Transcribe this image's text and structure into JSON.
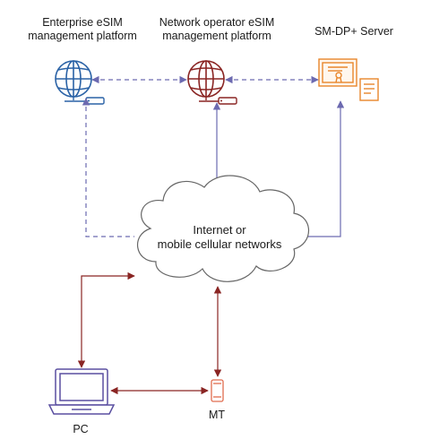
{
  "nodes": {
    "enterprise_platform": {
      "line1": "Enterprise eSIM",
      "line2": "management platform"
    },
    "operator_platform": {
      "line1": "Network operator eSIM",
      "line2": "management platform"
    },
    "smdp_server": {
      "label": "SM-DP+ Server"
    },
    "network_cloud": {
      "line1": "Internet or",
      "line2": "mobile cellular networks"
    },
    "pc": {
      "label": "PC"
    },
    "mt": {
      "label": "MT"
    }
  },
  "colors": {
    "enterprise_globe": "#2a62a6",
    "operator_globe": "#8a2523",
    "server": "#e8862b",
    "dashed_link": "#6c6ab0",
    "solid_link": "#6c6ab0",
    "device_link": "#8a2523",
    "cloud_outline": "#666666",
    "device_outline": "#5a4fa0"
  },
  "icons": {
    "enterprise": "globe-icon",
    "operator": "globe-icon",
    "server": "certificate-icon",
    "pc": "laptop-icon",
    "mt": "mobile-phone-icon"
  }
}
